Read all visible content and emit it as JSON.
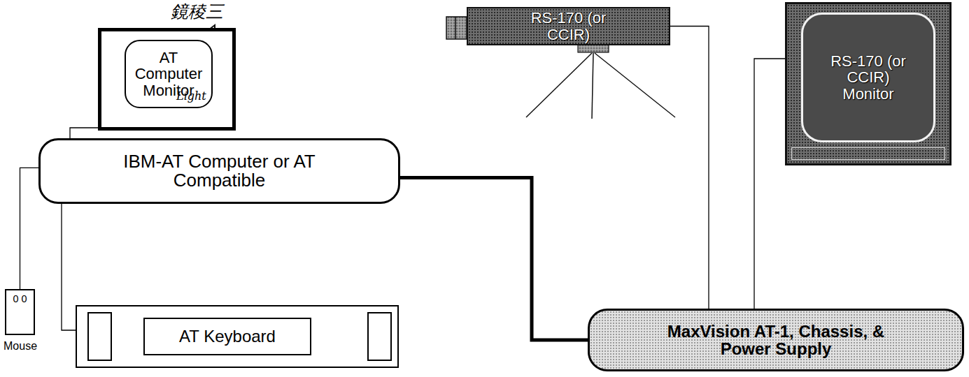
{
  "diagram": {
    "nodes": [
      {
        "text": [
          "AT Computer Monitor"
        ]
      },
      {
        "text": [
          "RS-170 (or CCIR)"
        ]
      },
      {
        "text": [
          "RS-170 (or CCIR) Monitor"
        ]
      },
      {
        "text": [
          "IBM-AT Computer or AT Compatible"
        ]
      },
      {
        "text": [
          "0 0",
          "Mouse"
        ]
      },
      {
        "text": [
          "AT Keyboard"
        ]
      },
      {
        "text": [
          "MaxVision AT-1, Chassis, & Power Supply"
        ]
      }
    ],
    "edges": [
      {
        "from": 0,
        "to": 3,
        "arrow": "none"
      },
      {
        "from": 1,
        "to": 6,
        "arrow": "none"
      },
      {
        "from": 6,
        "to": 2,
        "arrow": "none"
      },
      {
        "from": 3,
        "to": 4,
        "arrow": "none"
      },
      {
        "from": 3,
        "to": 5,
        "arrow": "none"
      },
      {
        "from": 3,
        "to": 6,
        "arrow": "none"
      }
    ],
    "labels": [
      "鏡稜三",
      "Light"
    ]
  }
}
